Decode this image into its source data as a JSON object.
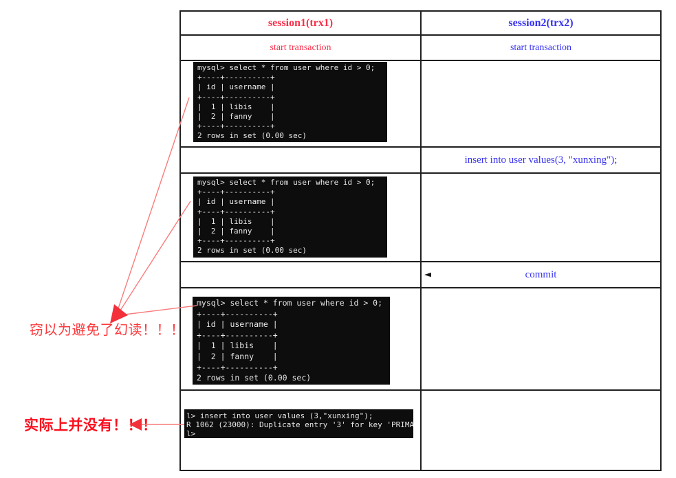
{
  "colors": {
    "session1_red": "#fb2e48",
    "session2_blue": "#3632f0",
    "annotation_red": "#fa0f1e",
    "arrow_line_red": "#f97c7c",
    "arrow_head_red": "#f3303a",
    "terminal_bg": "#0d0d0d",
    "terminal_fg": "#e6e6e6",
    "table_border": "#1f1f1f"
  },
  "table": {
    "header": {
      "session1": "session1(trx1)",
      "session2": "session2(trx2)"
    },
    "start_transaction_left": "start transaction",
    "start_transaction_right": "start transaction",
    "insert_statement": "insert into user values(3, \"xunxing\");",
    "commit_label": "commit",
    "commit_marker": "◄"
  },
  "terminals": {
    "select_output": {
      "lines": [
        "mysql> select * from user where id > 0;",
        "+----+----------+",
        "| id | username |",
        "+----+----------+",
        "|  1 | libis    |",
        "|  2 | fanny    |",
        "+----+----------+",
        "2 rows in set (0.00 sec)"
      ]
    },
    "error_output": {
      "lines": [
        "l> insert into user values (3,\"xunxing\");",
        "R 1062 (23000): Duplicate entry '3' for key 'PRIMA",
        "l>"
      ]
    }
  },
  "annotations": {
    "avoided_phantom_read": "窃以为避免了幻读！！！",
    "actually_not": "实际上并没有！！！"
  }
}
